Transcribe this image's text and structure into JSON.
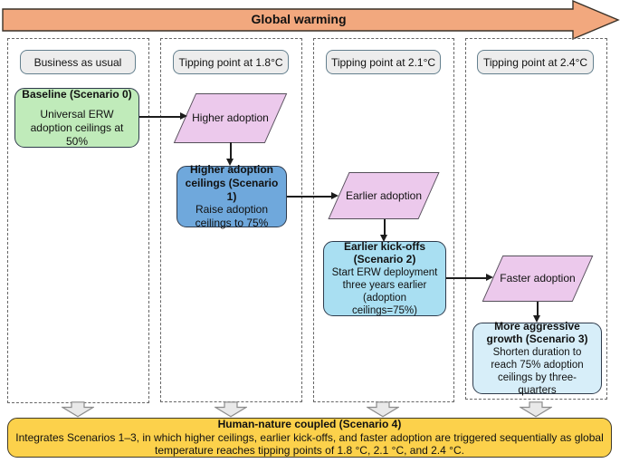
{
  "top_arrow": {
    "label": "Global warming"
  },
  "columns": [
    {
      "header": "Business as usual"
    },
    {
      "header": "Tipping point at 1.8°C"
    },
    {
      "header": "Tipping point at 2.1°C"
    },
    {
      "header": "Tipping point at 2.4°C"
    }
  ],
  "nodes": {
    "scenario0": {
      "title": "Baseline (Scenario 0)",
      "body": "Universal ERW adoption ceilings at 50%"
    },
    "higher_adoption": {
      "label": "Higher adoption"
    },
    "scenario1": {
      "title": "Higher adoption ceilings (Scenario 1)",
      "body": "Raise adoption ceilings to 75%"
    },
    "earlier_adoption": {
      "label": "Earlier adoption"
    },
    "scenario2": {
      "title": "Earlier kick-offs (Scenario 2)",
      "body": "Start ERW deployment three years earlier (adoption ceilings=75%)"
    },
    "faster_adoption": {
      "label": "Faster adoption"
    },
    "scenario3": {
      "title": "More aggressive growth (Scenario 3)",
      "body": "Shorten duration to reach 75% adoption ceilings by three-quarters"
    },
    "scenario4": {
      "title": "Human-nature coupled (Scenario 4)",
      "body": "Integrates Scenarios 1–3, in which higher ceilings, earlier kick-offs, and faster adoption are triggered sequentially as global temperature reaches tipping points of 1.8 °C, 2.1 °C, and 2.4 °C."
    }
  },
  "colors": {
    "warming_arrow": "#F2A87E",
    "header_fill": "#EDEDED",
    "header_border": "#64808E",
    "scenario0_fill": "#C0EBBA",
    "parallelogram_fill": "#ECC9EC",
    "scenario1_fill": "#6FA8DC",
    "scenario2_fill": "#A9DFF2",
    "scenario3_fill": "#D7EEF9",
    "scenario4_fill": "#FCD14B",
    "node_border": "#2F3B4C",
    "connector": "#1C1C1C"
  }
}
